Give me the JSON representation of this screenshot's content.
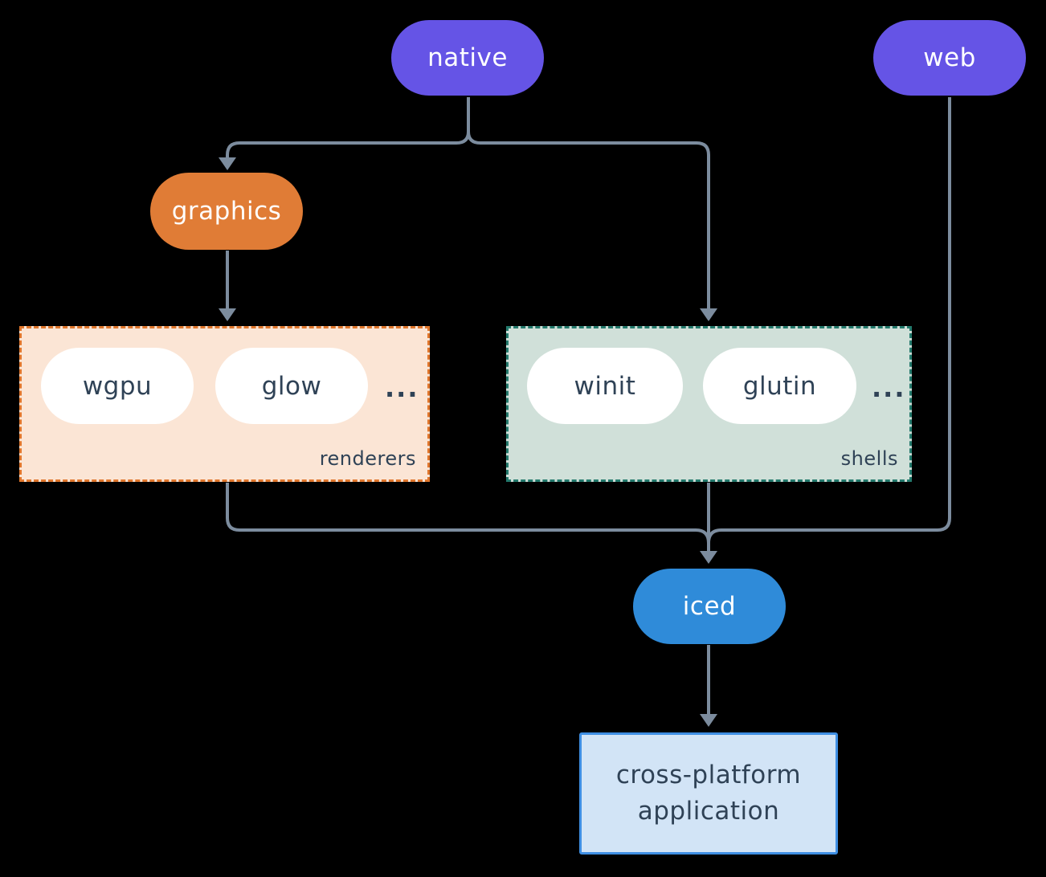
{
  "colors": {
    "background": "#000000",
    "connector": "#7c8c9e",
    "node_text_light": "#ffffff",
    "node_text_dark": "#2f4256",
    "purple": "#6554e6",
    "orange": "#e07c36",
    "blue": "#2f8bd9",
    "white_pill": "#ffffff",
    "renderers_fill": "#fbe5d5",
    "renderers_border": "#e0762c",
    "shells_fill": "#d0e0d9",
    "shells_border": "#23796c",
    "app_fill": "#d2e4f6",
    "app_border": "#3f8fe3"
  },
  "nodes": {
    "native": {
      "label": "native"
    },
    "web": {
      "label": "web"
    },
    "graphics": {
      "label": "graphics"
    },
    "iced": {
      "label": "iced"
    },
    "wgpu": {
      "label": "wgpu"
    },
    "glow": {
      "label": "glow"
    },
    "winit": {
      "label": "winit"
    },
    "glutin": {
      "label": "glutin"
    }
  },
  "groups": {
    "renderers": {
      "label": "renderers",
      "ellipsis": "..."
    },
    "shells": {
      "label": "shells",
      "ellipsis": "..."
    }
  },
  "app": {
    "line1": "cross-platform",
    "line2": "application"
  }
}
